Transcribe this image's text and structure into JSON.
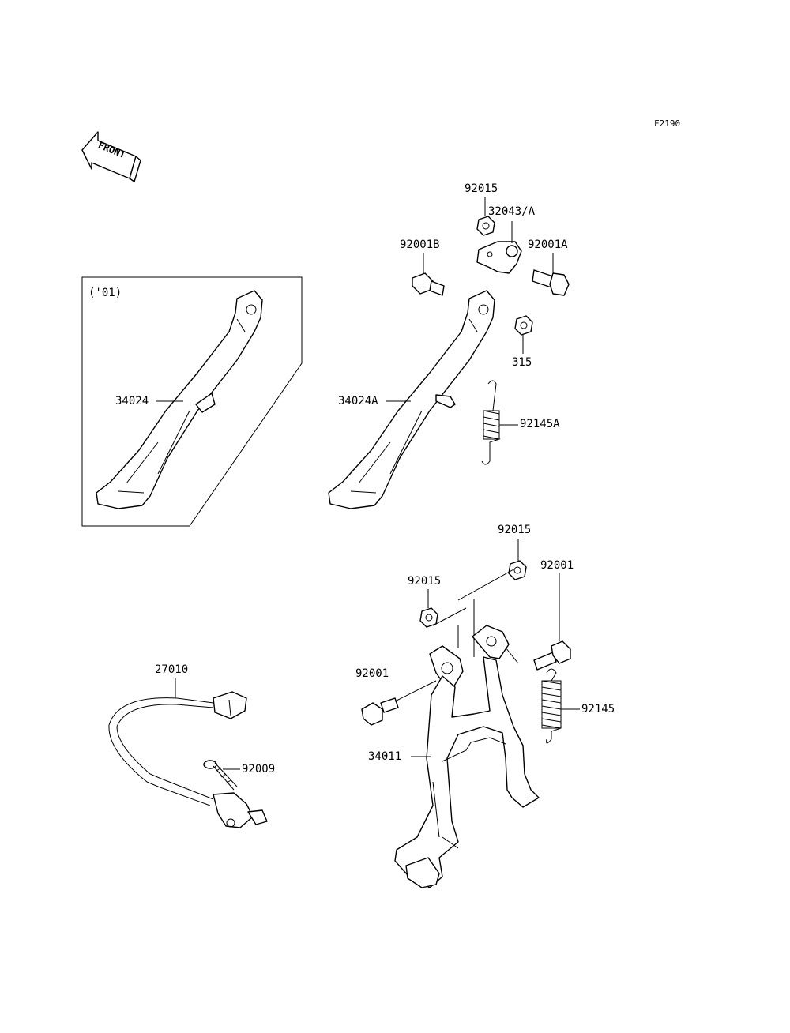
{
  "figure_code": "F2190",
  "front_label": "FRONT",
  "inset_label": "('01)",
  "parts": {
    "p92015_top": "92015",
    "p32043A": "32043/A",
    "p92001B": "92001B",
    "p92001A": "92001A",
    "p315": "315",
    "p92145A": "92145A",
    "p34024": "34024",
    "p34024A": "34024A",
    "p92015_right": "92015",
    "p92015_left": "92015",
    "p92001_right": "92001",
    "p92001_left": "92001",
    "p92145": "92145",
    "p34011": "34011",
    "p27010": "27010",
    "p92009": "92009"
  }
}
